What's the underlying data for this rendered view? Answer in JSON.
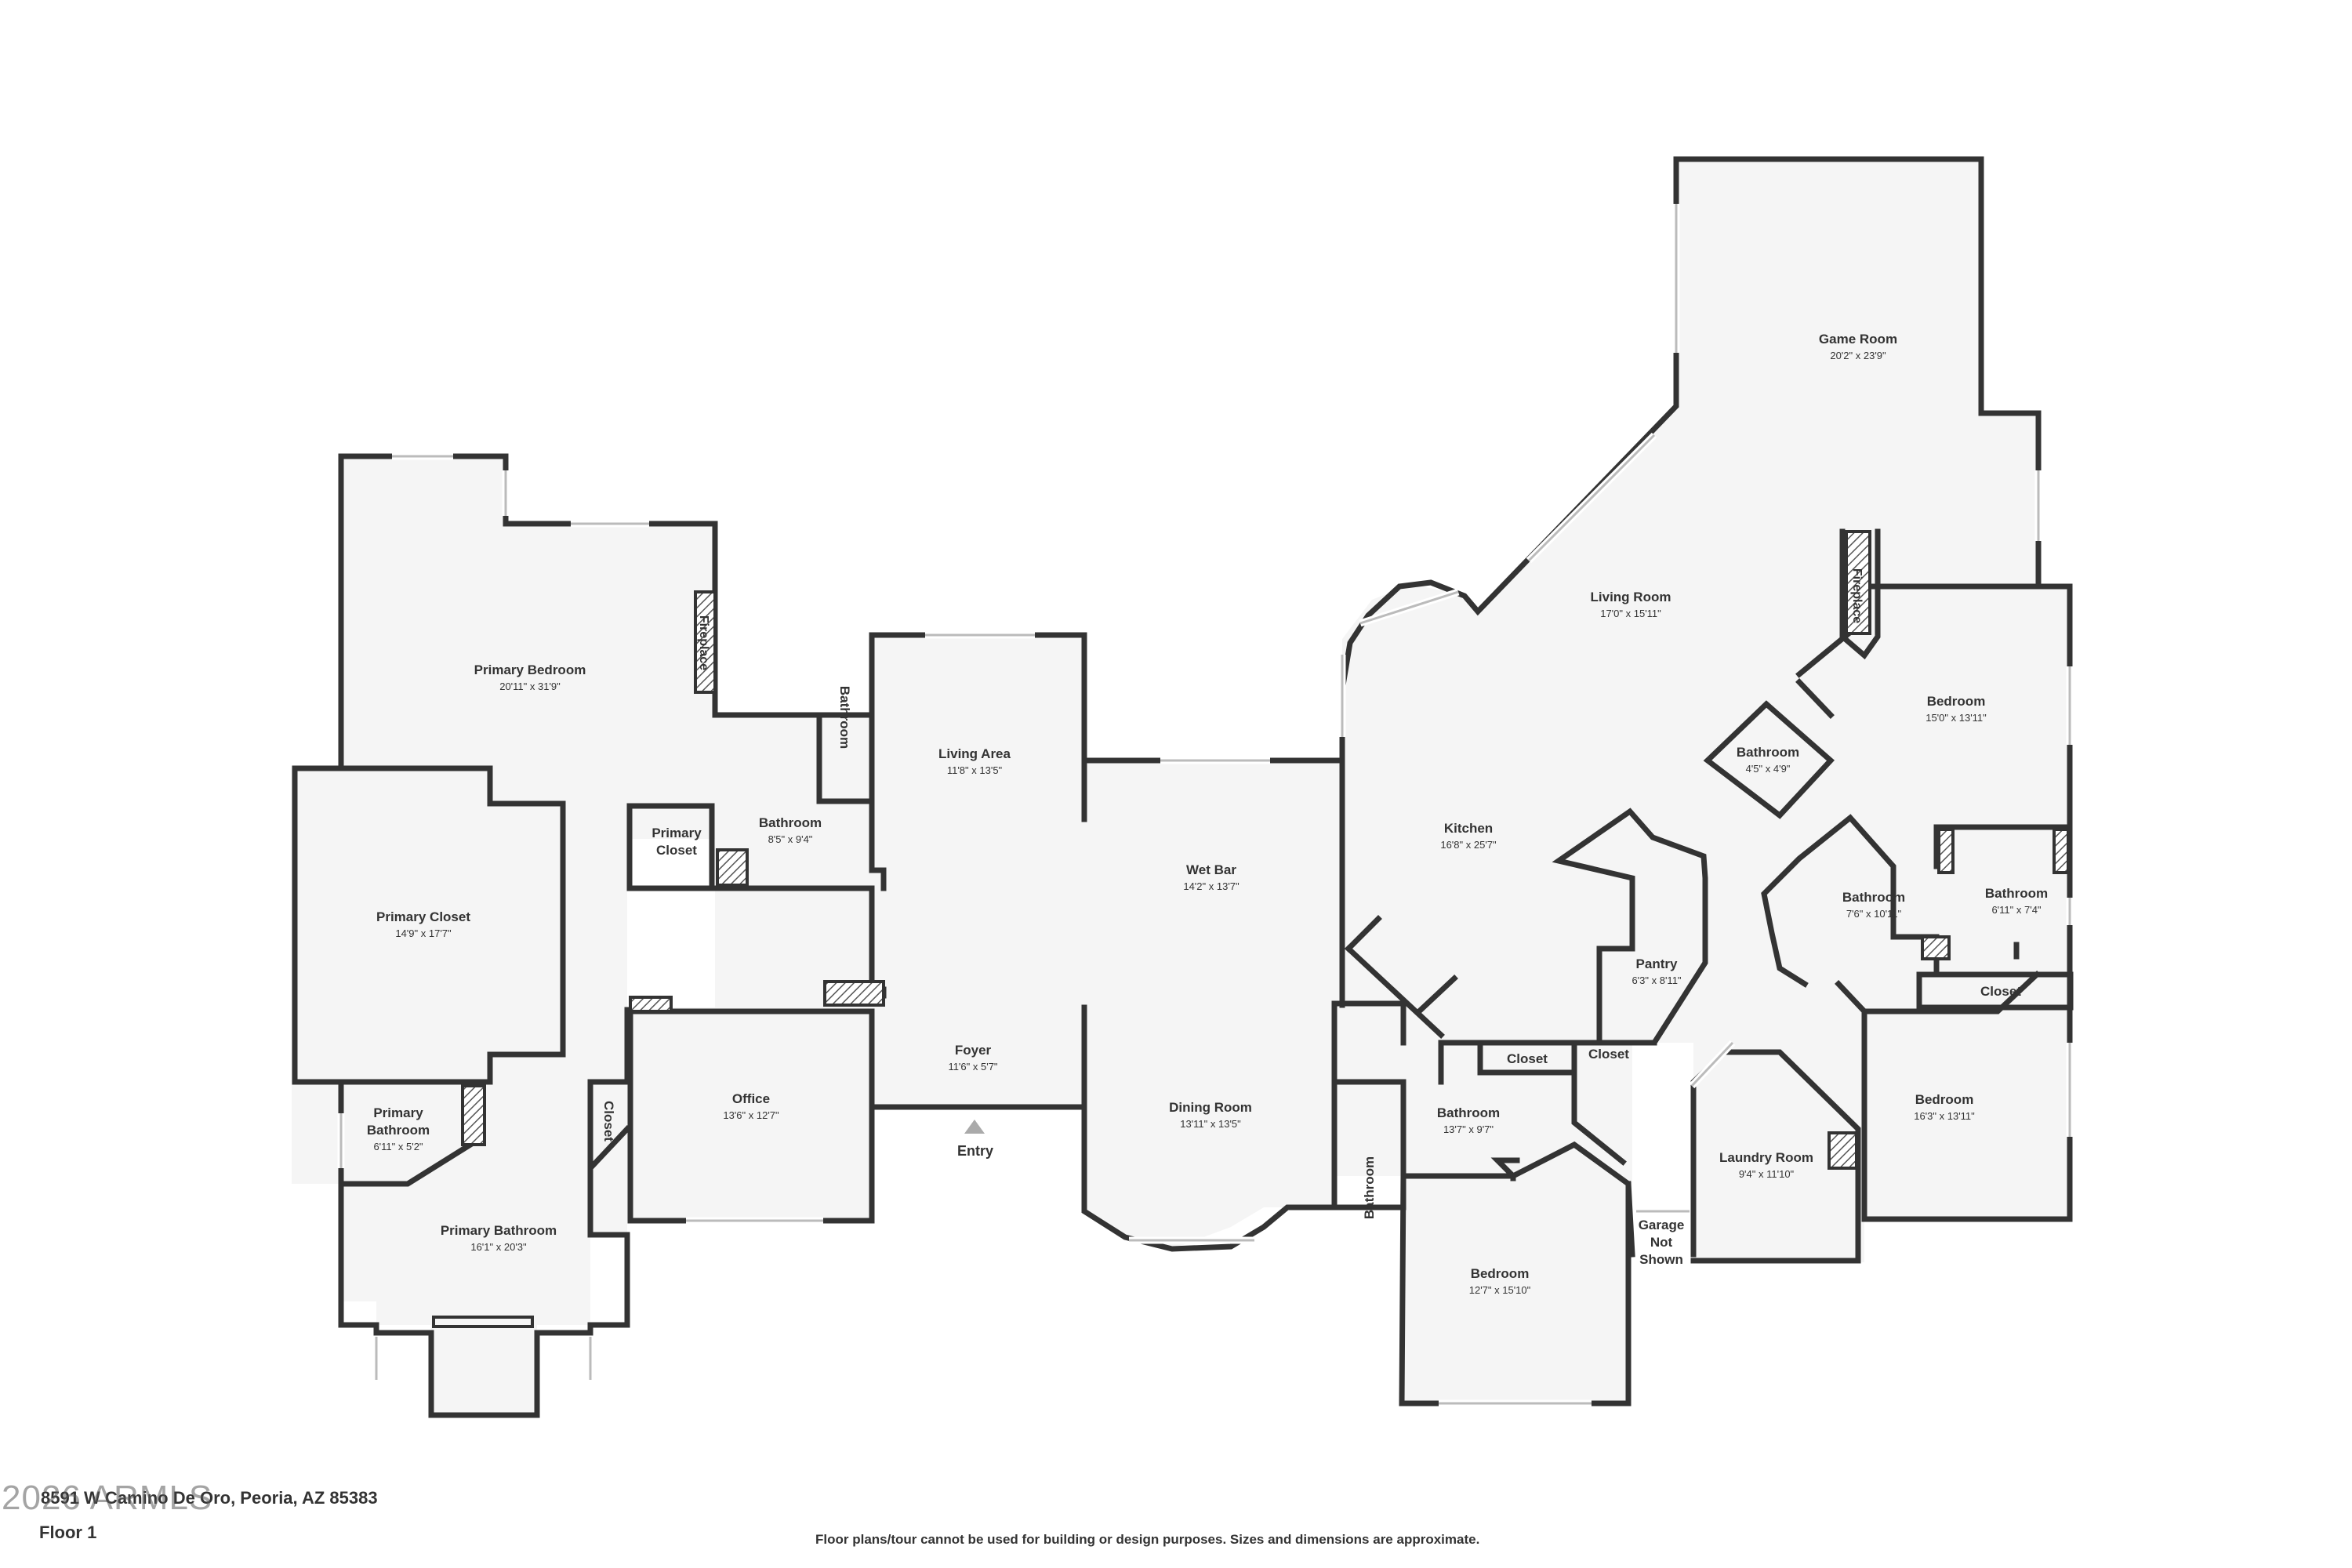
{
  "address": "8591 W Camino De Oro, Peoria, AZ 85383",
  "watermark": "2026 ARMLS",
  "floor_label": "Floor 1",
  "disclaimer": "Floor plans/tour cannot be used for building or design purposes. Sizes and dimensions are approximate.",
  "entry_label": "Entry",
  "fireplace_label": "Fireplace",
  "rooms": {
    "game_room": {
      "name": "Game Room",
      "dim": "20'2\" x 23'9\""
    },
    "living_room": {
      "name": "Living Room",
      "dim": "17'0\" x 15'11\""
    },
    "primary_bedroom": {
      "name": "Primary Bedroom",
      "dim": "20'11\" x 31'9\""
    },
    "primary_closet_large": {
      "name": "Primary Closet",
      "dim": "14'9\" x 17'7\""
    },
    "primary_closet_small": {
      "line1": "Primary",
      "line2": "Closet"
    },
    "hall_bathroom_small": {
      "name": "Bathroom"
    },
    "bathroom_center": {
      "name": "Bathroom",
      "dim": "8'5\" x 9'4\""
    },
    "living_area": {
      "name": "Living Area",
      "dim": "11'8\" x 13'5\""
    },
    "wet_bar": {
      "name": "Wet Bar",
      "dim": "14'2\" x 13'7\""
    },
    "kitchen": {
      "name": "Kitchen",
      "dim": "16'8\" x 25'7\""
    },
    "foyer": {
      "name": "Foyer",
      "dim": "11'6\" x 5'7\""
    },
    "office": {
      "name": "Office",
      "dim": "13'6\" x 12'7\""
    },
    "dining_room": {
      "name": "Dining Room",
      "dim": "13'11\" x 13'5\""
    },
    "primary_bathroom_small": {
      "line1": "Primary",
      "line2": "Bathroom",
      "dim": "6'11\" x 5'2\""
    },
    "primary_bathroom_large": {
      "name": "Primary Bathroom",
      "dim": "16'1\" x 20'3\""
    },
    "closet_office": {
      "name": "Closet"
    },
    "pantry": {
      "name": "Pantry",
      "dim": "6'3\" x 8'11\""
    },
    "closet_hall_1": {
      "name": "Closet"
    },
    "closet_hall_2": {
      "name": "Closet"
    },
    "bathroom_hall_vertical": {
      "name": "Bathroom"
    },
    "bathroom_137": {
      "name": "Bathroom",
      "dim": "13'7\" x 9'7\""
    },
    "bedroom_127": {
      "name": "Bedroom",
      "dim": "12'7\" x 15'10\""
    },
    "garage": {
      "line1": "Garage",
      "line2": "Not",
      "line3": "Shown"
    },
    "laundry": {
      "name": "Laundry Room",
      "dim": "9'4\" x 11'10\""
    },
    "bedroom_150": {
      "name": "Bedroom",
      "dim": "15'0\" x 13'11\""
    },
    "bathroom_45": {
      "name": "Bathroom",
      "dim": "4'5\" x 4'9\""
    },
    "bathroom_76": {
      "name": "Bathroom",
      "dim": "7'6\" x 10'11\""
    },
    "bathroom_611": {
      "name": "Bathroom",
      "dim": "6'11\" x 7'4\""
    },
    "closet_east": {
      "name": "Closet"
    },
    "bedroom_163": {
      "name": "Bedroom",
      "dim": "16'3\" x 13'11\""
    }
  }
}
